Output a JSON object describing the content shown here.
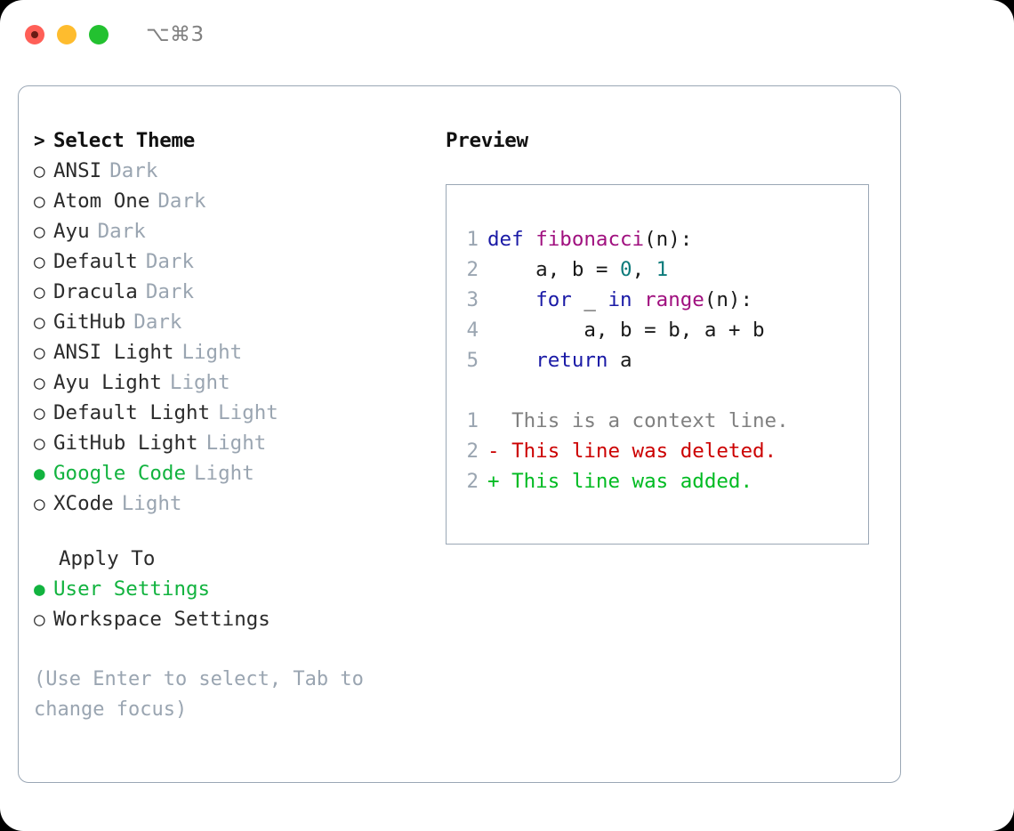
{
  "window": {
    "shortcut": "⌥⌘3",
    "traffic": {
      "close": "close-button",
      "minimize": "minimize-button",
      "maximize": "maximize-button"
    }
  },
  "left": {
    "header": {
      "prompt": ">",
      "title": "Select Theme"
    },
    "themes": [
      {
        "bullet": "○",
        "name": "ANSI",
        "tag": "Dark",
        "selected": false
      },
      {
        "bullet": "○",
        "name": "Atom One",
        "tag": "Dark",
        "selected": false
      },
      {
        "bullet": "○",
        "name": "Ayu",
        "tag": "Dark",
        "selected": false
      },
      {
        "bullet": "○",
        "name": "Default",
        "tag": "Dark",
        "selected": false
      },
      {
        "bullet": "○",
        "name": "Dracula",
        "tag": "Dark",
        "selected": false
      },
      {
        "bullet": "○",
        "name": "GitHub",
        "tag": "Dark",
        "selected": false
      },
      {
        "bullet": "○",
        "name": "ANSI Light",
        "tag": "Light",
        "selected": false
      },
      {
        "bullet": "○",
        "name": "Ayu Light",
        "tag": "Light",
        "selected": false
      },
      {
        "bullet": "○",
        "name": "Default Light",
        "tag": "Light",
        "selected": false
      },
      {
        "bullet": "○",
        "name": "GitHub Light",
        "tag": "Light",
        "selected": false
      },
      {
        "bullet": "●",
        "name": "Google Code",
        "tag": "Light",
        "selected": true
      },
      {
        "bullet": "○",
        "name": "XCode",
        "tag": "Light",
        "selected": false
      }
    ],
    "apply_to": {
      "title": "Apply To",
      "options": [
        {
          "bullet": "●",
          "name": "User Settings",
          "selected": true
        },
        {
          "bullet": "○",
          "name": "Workspace Settings",
          "selected": false
        }
      ]
    },
    "hint": "(Use Enter to select, Tab to change focus)"
  },
  "right": {
    "title": "Preview",
    "code_lines": [
      {
        "n": "1",
        "tokens": [
          {
            "t": "def",
            "c": "kw"
          },
          {
            "t": " ",
            "c": "pl"
          },
          {
            "t": "fibonacci",
            "c": "fn"
          },
          {
            "t": "(n):",
            "c": "pl"
          }
        ]
      },
      {
        "n": "2",
        "tokens": [
          {
            "t": "    a, b = ",
            "c": "pl"
          },
          {
            "t": "0",
            "c": "num"
          },
          {
            "t": ", ",
            "c": "pl"
          },
          {
            "t": "1",
            "c": "num"
          }
        ]
      },
      {
        "n": "3",
        "tokens": [
          {
            "t": "    ",
            "c": "pl"
          },
          {
            "t": "for",
            "c": "kw"
          },
          {
            "t": " _ ",
            "c": "pl"
          },
          {
            "t": "in",
            "c": "kw"
          },
          {
            "t": " ",
            "c": "pl"
          },
          {
            "t": "range",
            "c": "fn"
          },
          {
            "t": "(n):",
            "c": "pl"
          }
        ]
      },
      {
        "n": "4",
        "tokens": [
          {
            "t": "        a, b = b, a + b",
            "c": "pl"
          }
        ]
      },
      {
        "n": "5",
        "tokens": [
          {
            "t": "    ",
            "c": "pl"
          },
          {
            "t": "return",
            "c": "kw"
          },
          {
            "t": " a",
            "c": "pl"
          }
        ]
      }
    ],
    "diff_lines": [
      {
        "n": "1",
        "marker": " ",
        "text": " This is a context line.",
        "kind": "d-ctx"
      },
      {
        "n": "2",
        "marker": "-",
        "text": " This line was deleted.",
        "kind": "d-del"
      },
      {
        "n": "2",
        "marker": "+",
        "text": " This line was added.",
        "kind": "d-add"
      }
    ]
  },
  "colors": {
    "accent_green": "#12b33f",
    "muted": "#9aa5b1",
    "keyword": "#1a1aa6",
    "function": "#a0107f",
    "number": "#0d7b7b",
    "diff_added": "#00bb22",
    "diff_deleted": "#cc0000",
    "border": "#9aa7b5"
  }
}
